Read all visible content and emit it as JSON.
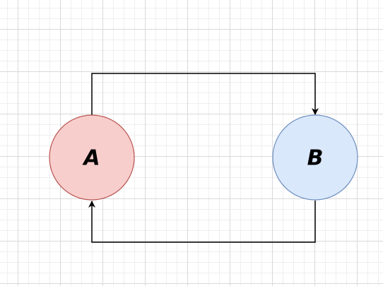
{
  "nodes": [
    {
      "id": "A",
      "label": "A",
      "fill": "#f8cecc",
      "stroke": "#b85450"
    },
    {
      "id": "B",
      "label": "B",
      "fill": "#dae8fc",
      "stroke": "#6c8ebf"
    }
  ],
  "edges": [
    {
      "from": "A",
      "to": "B"
    },
    {
      "from": "B",
      "to": "A"
    }
  ],
  "colors": {
    "edge": "#000000",
    "grid_major": "#d9d9d9",
    "grid_minor": "#efefef"
  }
}
